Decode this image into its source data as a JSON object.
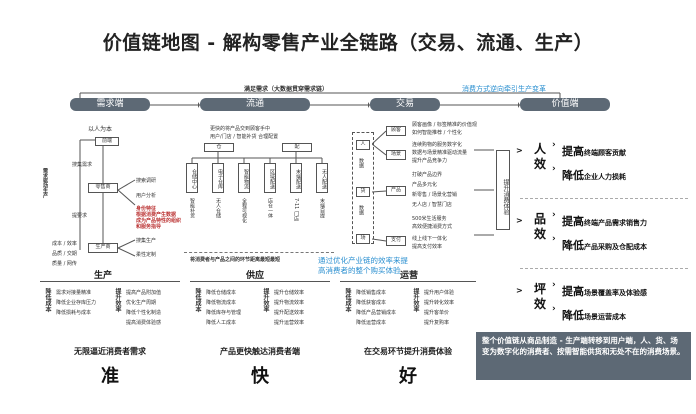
{
  "title": "价值链地图 - 解构零售产业全链路（交易、流通、生产）",
  "top_banner": "满足需求（大数据贯穿需求链）",
  "banner_note": "消费方式逆向牵引生产变革",
  "headers": {
    "demand": "需求端",
    "circulation": "流通",
    "trade": "交易",
    "value": "价值端"
  },
  "demand": {
    "user_center": "以人为本",
    "node_top": "前端",
    "node_mid": "零售商",
    "node_bot": "生产商",
    "side_label": "需求驱动生产",
    "items": [
      "搜索调研",
      "用户分析",
      "身份特征\n根据消费产生数据\n成为产品特性的组织\n和服务指导",
      "搜集生产",
      "柔性定制"
    ],
    "left_labels": [
      "搜集需求",
      "提要求"
    ],
    "cost_labels": [
      "成本 / 效率",
      "品质 / 交期",
      "质量 / 网传"
    ]
  },
  "circulation": {
    "intro_1": "更快的将产品交到顾客手中",
    "intro_2": "用户/门店 / 智能补货 合理配置",
    "top_nodes": [
      "仓",
      "配"
    ],
    "columns": [
      "仓储中心",
      "电子仓库",
      "智能物流",
      "区域配送",
      "末端配送",
      "无人配送"
    ],
    "col_notes": [
      "智能补货",
      "无人仓储",
      "全程可视化",
      "店仓一体",
      "7-11 门店",
      "末端自提"
    ],
    "bottom_note": "将消费者与产品之间的环节距离最短最短"
  },
  "trade": {
    "chain": [
      "人",
      "货",
      "场",
      "数据"
    ],
    "boxes": [
      "顾客",
      "场景",
      "产品",
      "支付"
    ],
    "notes": [
      "顾客画像 / 标签精准的价值观",
      "如何智能推荐 / 个性化",
      "连续购物的服务数字化",
      "数据与场景精准驱动流量",
      "提升产品竞争力",
      "打破产品边界",
      "产品多元化",
      "新零售 / 场景化营销",
      "无人店 / 智慧门店",
      "500米生活服务",
      "高效便捷消费方式",
      "线上线下一体化",
      "提高支付效率"
    ],
    "highlight_1": "通过优化产业链的效率来提",
    "highlight_2": "高消费者的整个购买体验"
  },
  "value": {
    "middle_box": "提升消费体验",
    "effects": [
      {
        "name": "人效",
        "up_big": "提高",
        "up_small": "终端顾客贡献",
        "down_big": "降低",
        "down_small": "企业人力损耗"
      },
      {
        "name": "品效",
        "up_big": "提高",
        "up_small": "终端产品需求销售力",
        "down_big": "降低",
        "down_small": "产品采购及仓配成本"
      },
      {
        "name": "坪效",
        "up_big": "提高",
        "up_small": "场景覆盖率及体验感",
        "down_big": "降低",
        "down_small": "场景运营成本"
      }
    ]
  },
  "stages": [
    {
      "name": "生产",
      "left": "降低成本",
      "right": "提升效率",
      "list_left": [
        "需求对接量精准",
        "降低企业存库压力",
        "降低损耗与成本"
      ],
      "list_right": [
        "提高产品附加值",
        "优化生产周期",
        "降低个性化制造",
        "提高消费体验感"
      ],
      "bottom": "无限逼近消费者需求",
      "char": "准"
    },
    {
      "name": "供应",
      "left": "降低成本",
      "right": "提升效率",
      "list_left": [
        "降低仓储成本",
        "降低物流成本",
        "降低库存与管理",
        "降低人工成本"
      ],
      "list_right": [
        "提升仓储效率",
        "提升物流效率",
        "提升配送效率",
        "提升运营效率"
      ],
      "bottom": "产品更快触达消费者端",
      "char": "快"
    },
    {
      "name": "运营",
      "left": "降低成本",
      "right": "提升效率",
      "list_left": [
        "降低销售成本",
        "降低获客成本",
        "降低产品营销成本",
        "降低运营成本"
      ],
      "list_right": [
        "提升用户体验",
        "提升转化效率",
        "提升客单价",
        "提升复购率"
      ],
      "bottom": "在交易环节提升消费体验",
      "char": "好"
    }
  ],
  "summary": "整个价值链从商品制造 - 生产端转移到用户端，人、货、场变为数字化的消费者、按需智能供货和无处不在的消费场景。"
}
